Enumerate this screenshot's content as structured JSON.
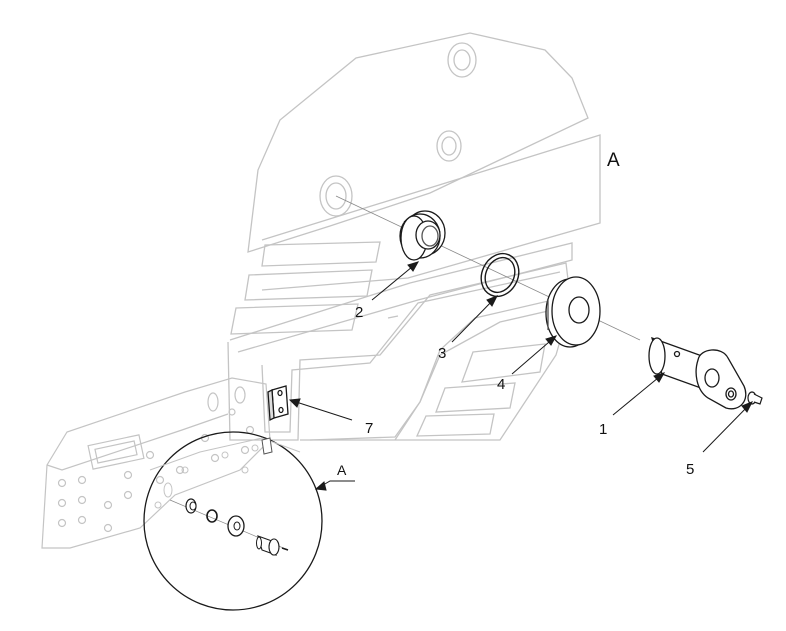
{
  "colors": {
    "line": "#1a1a1a",
    "panel": "#c4c4c4",
    "part": "#333333",
    "background": "#ffffff"
  },
  "labels": {
    "view_a_main": "A",
    "view_a_callout": "A",
    "part_1": "1",
    "part_2": "2",
    "part_3": "3",
    "part_4": "4",
    "part_5": "5",
    "part_7": "7"
  }
}
